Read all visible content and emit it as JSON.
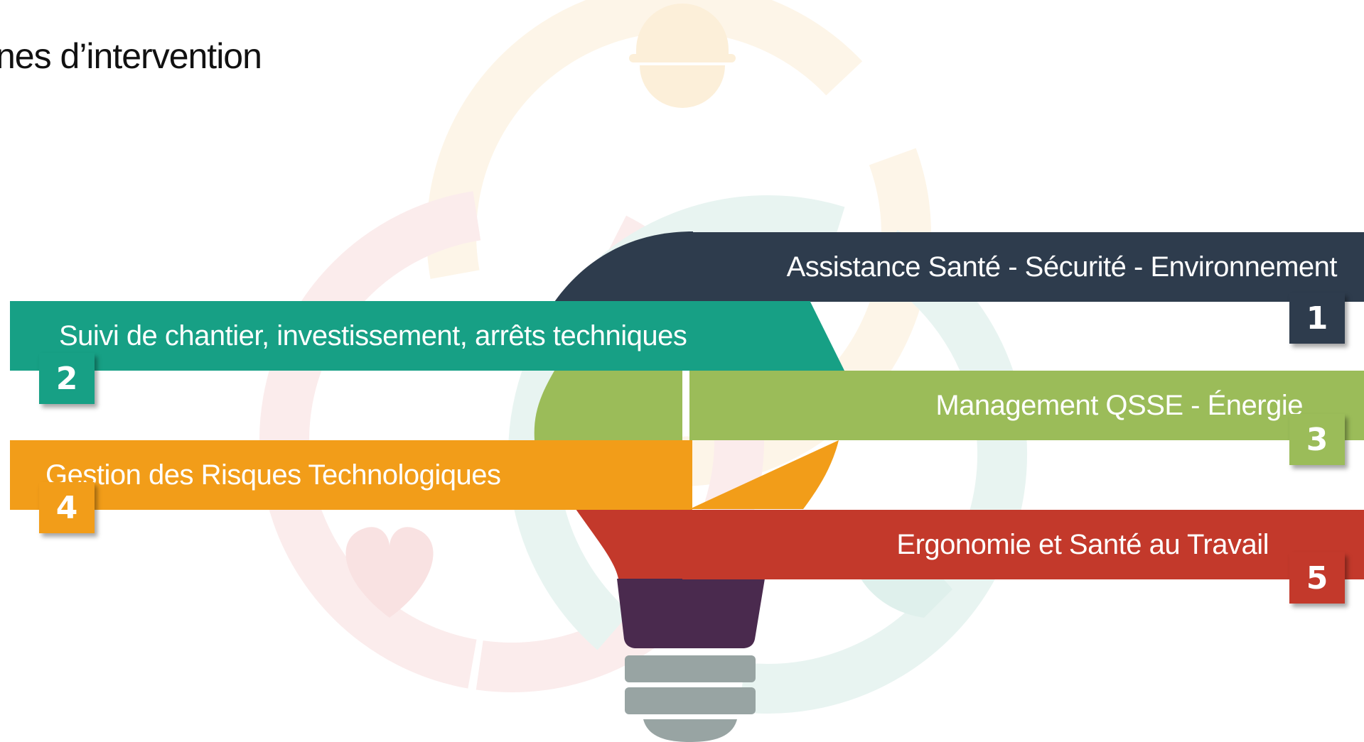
{
  "title": "nes d’intervention",
  "colors": {
    "navy": "#2e3c4d",
    "teal": "#17a085",
    "green": "#9bbc59",
    "orange": "#f29d19",
    "red": "#c3392b",
    "purple": "#4a2a4e",
    "socket": "#98a4a3",
    "bg_cream": "#fdf5e8",
    "bg_pink": "#fbecec",
    "bg_mint": "#e8f4f1"
  },
  "icons": {
    "background": "recycle-cycle-icon",
    "helmet": "hard-hat-icon",
    "heart": "heart-icon",
    "leaf": "leaf-icon",
    "bulb": "lightbulb-icon"
  },
  "items": [
    {
      "number": "1",
      "label": "Assistance Santé - Sécurité - Environnement",
      "color": "#2e3c4d"
    },
    {
      "number": "2",
      "label": "Suivi de chantier, investissement, arrêts techniques",
      "color": "#17a085"
    },
    {
      "number": "3",
      "label": "Management QSSE - Énergie",
      "color": "#9bbc59"
    },
    {
      "number": "4",
      "label": "Gestion des Risques Technologiques",
      "color": "#f29d19"
    },
    {
      "number": "5",
      "label": "Ergonomie et Santé au Travail",
      "color": "#c3392b"
    }
  ]
}
